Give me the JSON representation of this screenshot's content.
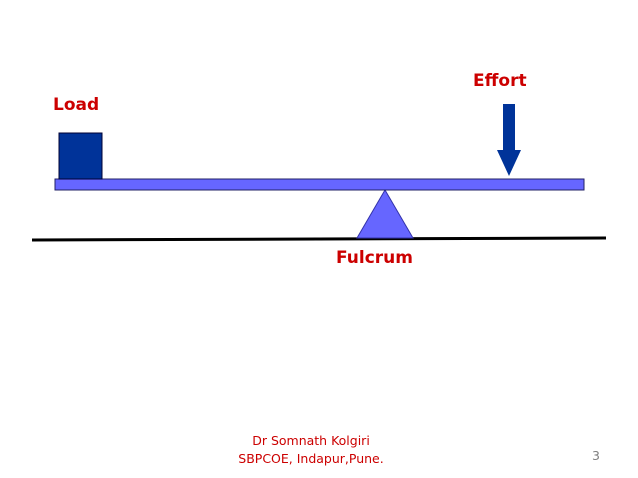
{
  "diagram": {
    "labels": {
      "load": "Load",
      "effort": "Effort",
      "fulcrum": "Fulcrum"
    },
    "colors": {
      "label": "#cc0000",
      "beam": "#6666ff",
      "load_block": "#003399",
      "effort_arrow": "#003399",
      "fulcrum": "#6666ff",
      "ground": "#000000",
      "footer_text": "#cc0000",
      "page_number": "#7f7f7f"
    }
  },
  "footer": {
    "author": "Dr Somnath Kolgiri",
    "institution": "SBPCOE, Indapur,Pune."
  },
  "page_number": "3"
}
